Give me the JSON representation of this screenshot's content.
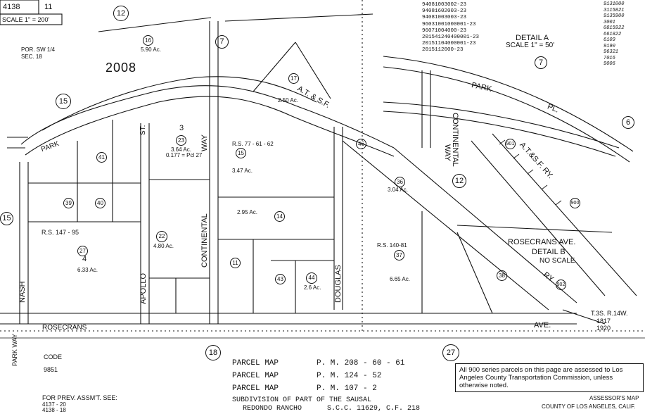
{
  "header": {
    "book_page": "4138",
    "sheet": "11",
    "scale": "SCALE 1\" = 200'",
    "grid_id": "2008",
    "por_label_1": "POR. SW 1/4",
    "por_label_2": "SEC. 18"
  },
  "circled_numbers": [
    "12",
    "7",
    "15",
    "18",
    "27",
    "12",
    "7",
    "6",
    "15"
  ],
  "streets": {
    "park_pl": "PARK",
    "park_pl_right": "PARK",
    "pl_right": "PL.",
    "atsf": "A.T. & S.F.",
    "atsf_ry": "A.T.&S.F. RY.",
    "continental_way": "CONTINENTAL",
    "way": "WAY",
    "continental_detail": "CONTINENTAL",
    "way_detail": "WAY",
    "apollo_st": "APOLLO",
    "st": "ST.",
    "nash_st": "NASH",
    "douglas": "DOUGLAS",
    "rosecrans": "ROSECRANS",
    "rosecrans_ave": "ROSECRANS AVE.",
    "ave": "AVE.",
    "park_way": "PARK WAY",
    "ry": "RY."
  },
  "details": {
    "detail_a": "DETAIL A",
    "detail_a_scale": "SCALE 1\" = 50'",
    "detail_b": "DETAIL B",
    "detail_b_scale": "NO SCALE"
  },
  "parcels": [
    {
      "num": "3",
      "area": "3.64 Ac."
    },
    {
      "num": "23",
      "area": "0.177 = Pcl 27"
    },
    {
      "num": "15",
      "area": "3.47 Ac."
    },
    {
      "num": "14",
      "area": "2.95 Ac."
    },
    {
      "num": "22",
      "area": "4.80 Ac."
    },
    {
      "num": "11",
      "area": ""
    },
    {
      "num": "43",
      "area": ""
    },
    {
      "num": "44",
      "area": "2.6 Ac."
    },
    {
      "num": "46",
      "area": ""
    },
    {
      "num": "36",
      "area": "3.04 Ac."
    },
    {
      "num": "37",
      "area": "6.65 Ac."
    },
    {
      "num": "4",
      "area": "6.33 Ac."
    },
    {
      "num": "27",
      "area": ""
    },
    {
      "num": "41",
      "area": ""
    },
    {
      "num": "39",
      "area": ""
    },
    {
      "num": "40",
      "area": ""
    },
    {
      "num": "16",
      "area": "5.90 Ac."
    },
    {
      "num": "17",
      "area": "2.50 Ac."
    },
    {
      "num": "38",
      "area": ""
    },
    {
      "num": "900",
      "area": ""
    },
    {
      "num": "901",
      "area": ""
    },
    {
      "num": "902",
      "area": ""
    }
  ],
  "record_refs": {
    "rs1": "R.S. 147 - 95",
    "rs2": "R.S. 140-81",
    "rs3": "R.S. 77 - 61 - 62"
  },
  "code_label": "CODE",
  "code_value": "9851",
  "parcel_maps": [
    {
      "label": "PARCEL MAP",
      "ref": "P. M. 208 - 60 - 61"
    },
    {
      "label": "PARCEL MAP",
      "ref": "P. M. 124 - 52"
    },
    {
      "label": "PARCEL MAP",
      "ref": "P. M. 107 - 2"
    }
  ],
  "subdivision_1": "SUBDIVISION OF PART OF THE SAUSAL",
  "subdivision_2": "REDONDO RANCHO",
  "subdivision_ref": "S.C.C. 11629, C.F. 218",
  "prev_assmt": "FOR PREV. ASSM'T. SEE:",
  "prev_refs": [
    "4137 - 20",
    "4138 - 18"
  ],
  "note": "All 900 series parcels on this page are assessed to Los Angeles County Transportation Commission, unless otherwise noted.",
  "assessor": "ASSESSOR'S MAP",
  "county": "COUNTY OF LOS ANGELES, CALIF.",
  "township": "T.3S. R.14W.",
  "section_ref_1": "1817",
  "section_ref_2": "1920",
  "code_list_a": [
    "94081003002-23",
    "94081602003-23",
    "94081003003-23",
    "96031001000001-23",
    "96071004000-23",
    "201541240400001-23",
    "20151104000001-23",
    "2015112000-23"
  ],
  "code_list_b": [
    "9131000",
    "3115821",
    "9135900",
    "3001",
    "0815922",
    "661822",
    "6109",
    "9190",
    "96321",
    "7016",
    "9006"
  ]
}
